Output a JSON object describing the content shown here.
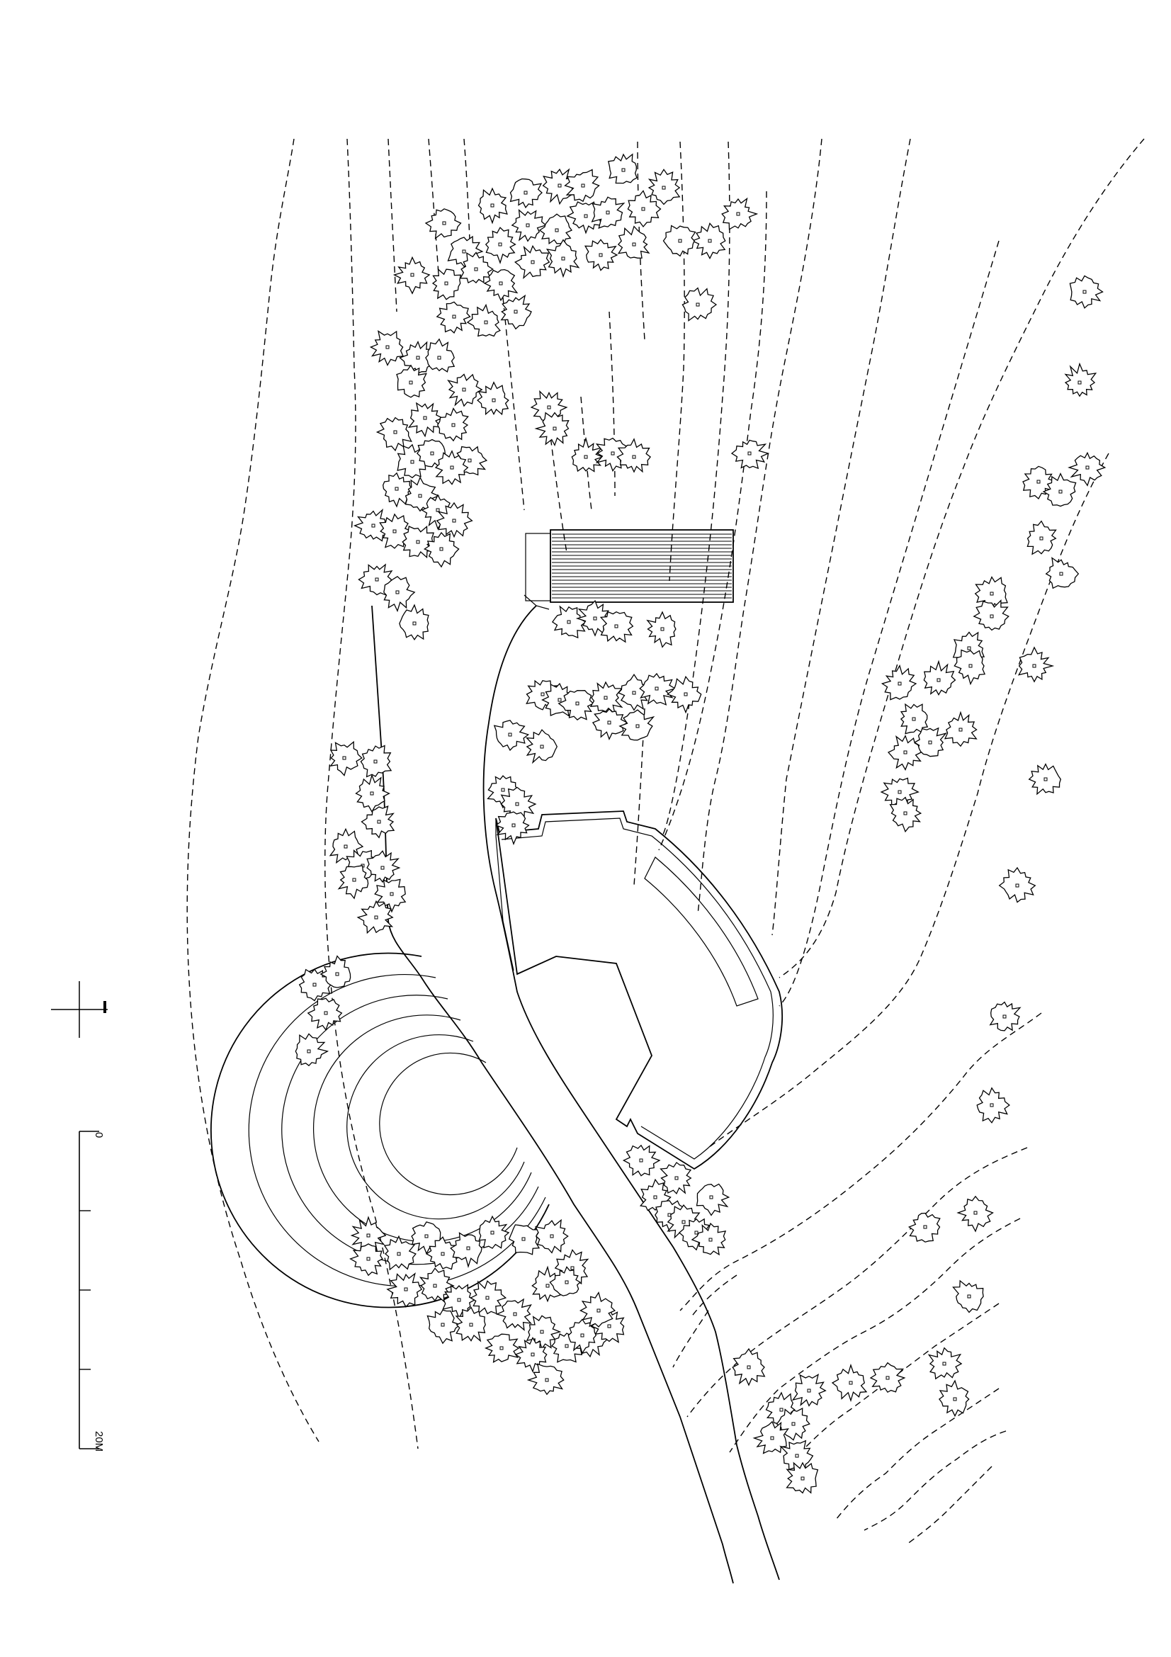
{
  "scale_bar": {
    "start_label": "0",
    "end_label": "20M",
    "segments": 4
  },
  "stroke_color": "#000000",
  "background_color": "#ffffff",
  "symbols": [
    "north-arrow-icon",
    "tree-icon",
    "building",
    "amphitheater",
    "road",
    "contour-line"
  ]
}
